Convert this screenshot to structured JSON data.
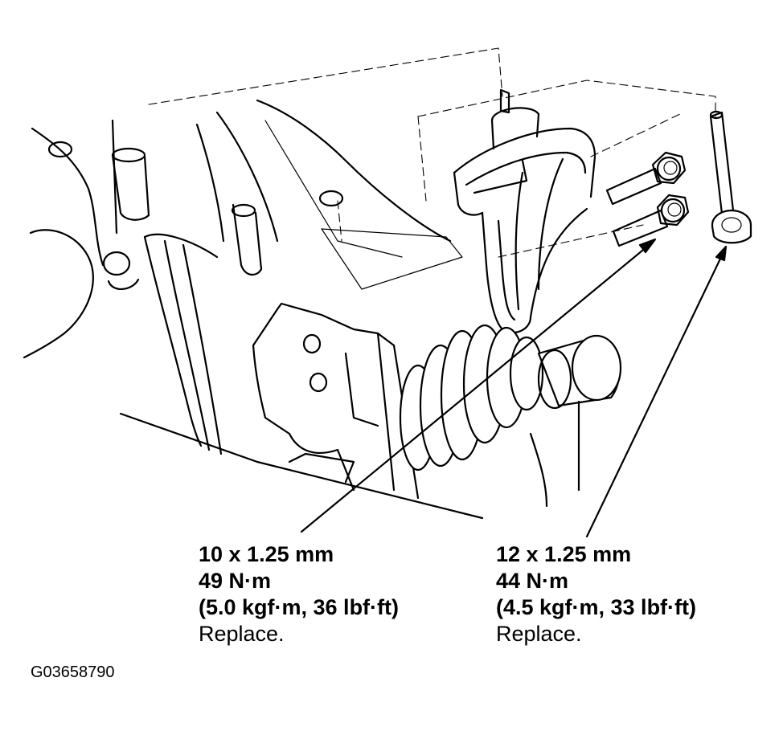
{
  "callouts": {
    "left": {
      "size": "10 x 1.25 mm",
      "torque_nm": "49 N·m",
      "torque_alt": "(5.0 kgf·m, 36 lbf·ft)",
      "note": "Replace."
    },
    "right": {
      "size": "12 x 1.25 mm",
      "torque_nm": "44 N·m",
      "torque_alt": "(4.5 kgf·m, 33 lbf·ft)",
      "note": "Replace."
    }
  },
  "figure_id": "G03658790",
  "colors": {
    "line": "#000000",
    "background": "#ffffff"
  }
}
